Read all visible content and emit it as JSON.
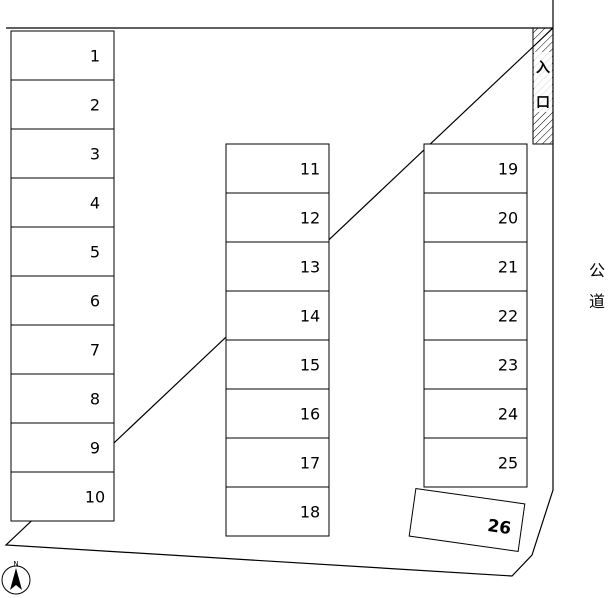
{
  "lot": {
    "road_label": [
      "公",
      "道"
    ],
    "entrance_label": [
      "入",
      "口"
    ],
    "compass_label": "N",
    "left_column": [
      "1",
      "2",
      "3",
      "4",
      "5",
      "6",
      "7",
      "8",
      "9",
      "10"
    ],
    "middle_column": [
      "11",
      "12",
      "13",
      "14",
      "15",
      "16",
      "17",
      "18"
    ],
    "right_column": [
      "19",
      "20",
      "21",
      "22",
      "23",
      "24",
      "25"
    ],
    "rotated_stall": "26"
  }
}
